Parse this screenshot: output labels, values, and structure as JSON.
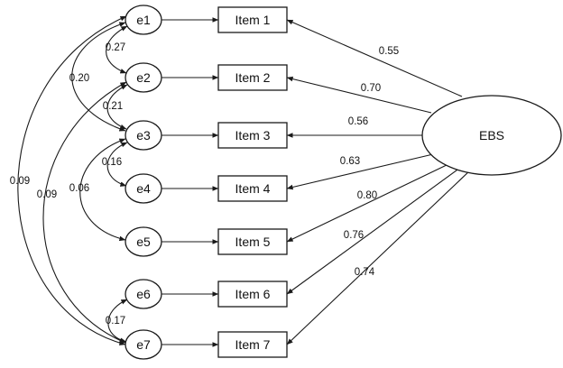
{
  "latent": {
    "label": "EBS"
  },
  "items": [
    {
      "label": "Item 1",
      "loading": "0.55"
    },
    {
      "label": "Item 2",
      "loading": "0.70"
    },
    {
      "label": "Item 3",
      "loading": "0.56"
    },
    {
      "label": "Item 4",
      "loading": "0.63"
    },
    {
      "label": "Item 5",
      "loading": "0.80"
    },
    {
      "label": "Item 6",
      "loading": "0.76"
    },
    {
      "label": "Item 7",
      "loading": "0.74"
    }
  ],
  "errors": [
    {
      "label": "e1"
    },
    {
      "label": "e2"
    },
    {
      "label": "e3"
    },
    {
      "label": "e4"
    },
    {
      "label": "e5"
    },
    {
      "label": "e6"
    },
    {
      "label": "e7"
    }
  ],
  "covariances": [
    {
      "from": "e1",
      "to": "e2",
      "value": "0.27"
    },
    {
      "from": "e1",
      "to": "e3",
      "value": "0.20"
    },
    {
      "from": "e2",
      "to": "e3",
      "value": "0.21"
    },
    {
      "from": "e3",
      "to": "e4",
      "value": "0.16"
    },
    {
      "from": "e3",
      "to": "e5",
      "value": "0.06"
    },
    {
      "from": "e1",
      "to": "e7",
      "value": "0.09"
    },
    {
      "from": "e2",
      "to": "e7",
      "value": "0.09"
    },
    {
      "from": "e6",
      "to": "e7",
      "value": "0.17"
    }
  ]
}
